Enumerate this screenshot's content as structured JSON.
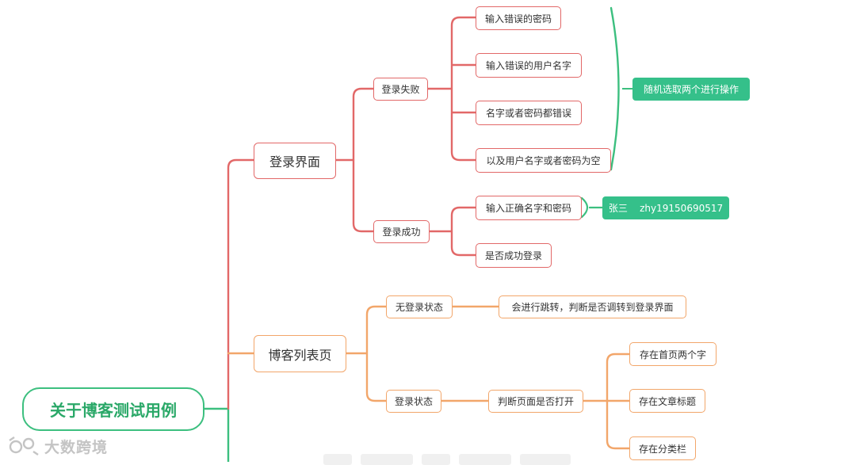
{
  "root": {
    "label": "关于博客测试用例"
  },
  "branches": {
    "login_page": {
      "label": "登录界面",
      "fail": {
        "label": "登录失败",
        "items": [
          "输入错误的密码",
          "输入错误的用户名字",
          "名字或者密码都错误",
          "以及用户名字或者密码为空"
        ],
        "note": "随机选取两个进行操作"
      },
      "success": {
        "label": "登录成功",
        "items": [
          "输入正确名字和密码",
          "是否成功登录"
        ],
        "note": "张三    zhy19150690517"
      }
    },
    "blog_list": {
      "label": "博客列表页",
      "no_login": {
        "label": "无登录状态",
        "result": "会进行跳转，判断是否调转到登录界面"
      },
      "logged_in": {
        "label": "登录状态",
        "check": "判断页面是否打开",
        "items": [
          "存在首页两个字",
          "存在文章标题",
          "存在分类栏"
        ]
      }
    }
  },
  "watermark": {
    "text": "大数跨境"
  },
  "colors": {
    "red": "#e26868",
    "orange": "#f2a66a",
    "green": "#3cbf7f",
    "note_green": "#35c08a"
  }
}
